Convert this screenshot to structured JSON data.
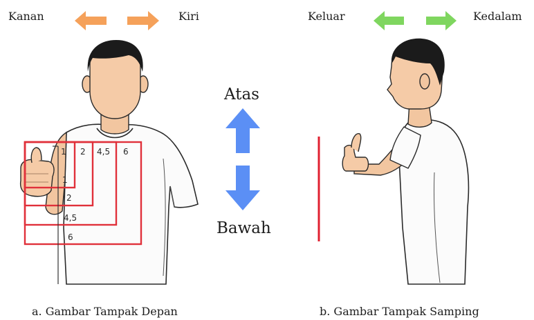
{
  "front": {
    "left_label": "Kanan",
    "right_label": "Kiri",
    "caption": "a. Gambar Tampak Depan",
    "grid_numbers": [
      "1",
      "2",
      "4,5",
      "6",
      "1",
      "2",
      "4,5",
      "6"
    ],
    "arrow_color": "#f5a15a"
  },
  "vertical": {
    "up_label": "Atas",
    "down_label": "Bawah",
    "arrow_color": "#5b8ff5"
  },
  "side": {
    "left_label": "Keluar",
    "right_label": "Kedalam",
    "caption": "b. Gambar Tampak Samping",
    "arrow_color": "#7fd65f",
    "line_color": "#e02030"
  },
  "grid_color": "#e0303a"
}
